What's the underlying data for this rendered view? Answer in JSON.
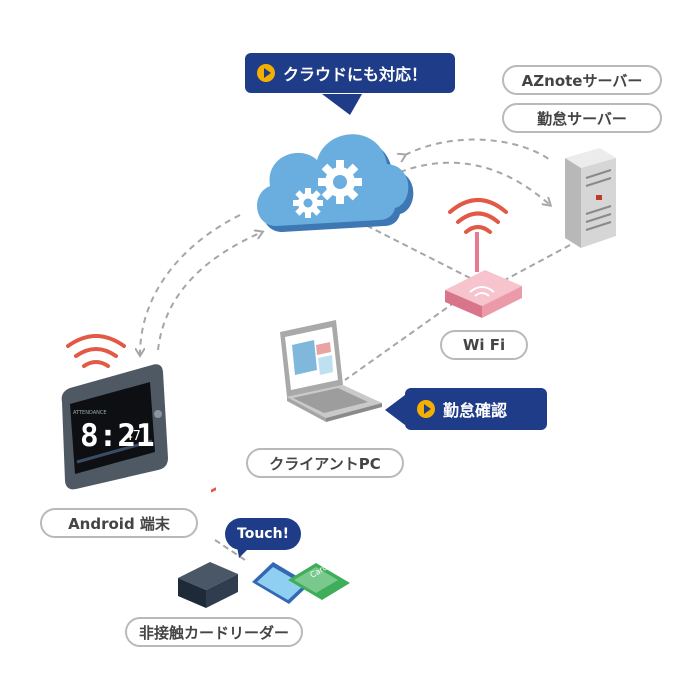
{
  "callouts": {
    "cloud": "クラウドにも対応！",
    "attendance_check": "勤怠確認"
  },
  "labels": {
    "aznote_server": "AZnoteサーバー",
    "attendance_server": "勤怠サーバー",
    "wifi": "Wi Fi",
    "client_pc": "クライアントPC",
    "android": "Android 端末",
    "card_reader": "非接触カードリーダー",
    "touch": "Touch!"
  },
  "tablet": {
    "time_hm": "8:21",
    "time_s": "47"
  },
  "card": {
    "label": "Card"
  },
  "colors": {
    "navy": "#1f3c88",
    "accent_yellow": "#f4b000",
    "cloud_blue": "#6aaee0",
    "wifi_red": "#e25a46",
    "router_pink": "#f2a3b3",
    "card_green": "#3fae5a"
  },
  "icons": [
    "cloud-gear-icon",
    "server-icon",
    "wifi-router-icon",
    "laptop-icon",
    "tablet-icon",
    "card-reader-icon",
    "smartphone-icon",
    "ic-card-icon",
    "wifi-signal-icon",
    "play-icon"
  ]
}
